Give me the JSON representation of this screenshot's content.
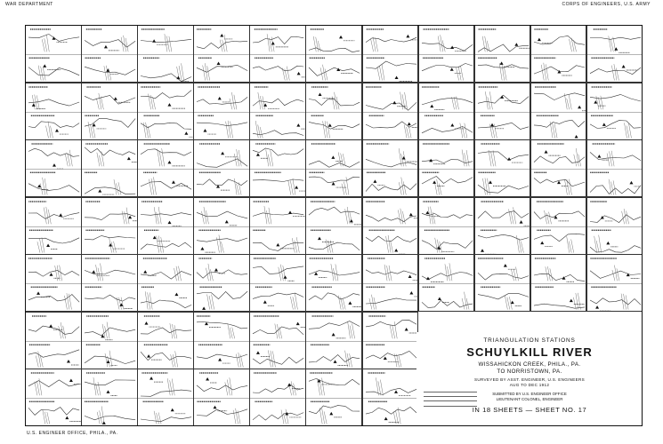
{
  "header": {
    "left": "WAR DEPARTMENT",
    "right": "CORPS OF ENGINEERS, U.S. ARMY"
  },
  "title_block": {
    "kicker": "TRIANGULATION STATIONS",
    "title": "SCHUYLKILL RIVER",
    "range_line1": "WISSAHICKON CREEK, PHILA., PA.",
    "range_line2": "TO NORRISTOWN, PA.",
    "survey_line1": "SURVEYED BY ASST. ENGINEER, U.S. ENGINEERS",
    "survey_line2": "AUG TO DEC 1912",
    "submitted_line1": "SUBMITTED BY U.S. ENGINEER OFFICE",
    "submitted_line2": "LIEUTENANT COLONEL, ENGINEER",
    "sheet_line": "IN 18 SHEETS — SHEET NO. 17"
  },
  "footer": {
    "left": "U.S. ENGINEER OFFICE, PHILA., PA."
  },
  "grid": {
    "columns": 11,
    "rows": 7
  }
}
